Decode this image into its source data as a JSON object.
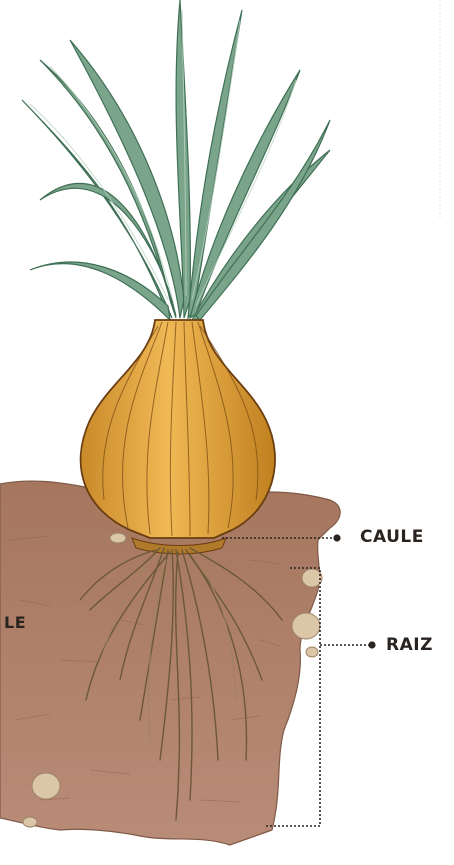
{
  "labels": {
    "caule": "CAULE",
    "raiz": "RAIZ",
    "partial_left": "LE"
  },
  "colors": {
    "soil": "#a97d67",
    "soil_dark": "#8d6450",
    "bulb": "#e7a63f",
    "bulb_line": "#7a4a14",
    "leaf": "#6f9a80",
    "leaf_dark": "#3f6f55",
    "root": "#6e5a3a",
    "stone": "#d9c3a6",
    "leader_line": "#2a2420"
  },
  "icons": [
    "onion-plant-illustration",
    "soil-cross-section"
  ]
}
